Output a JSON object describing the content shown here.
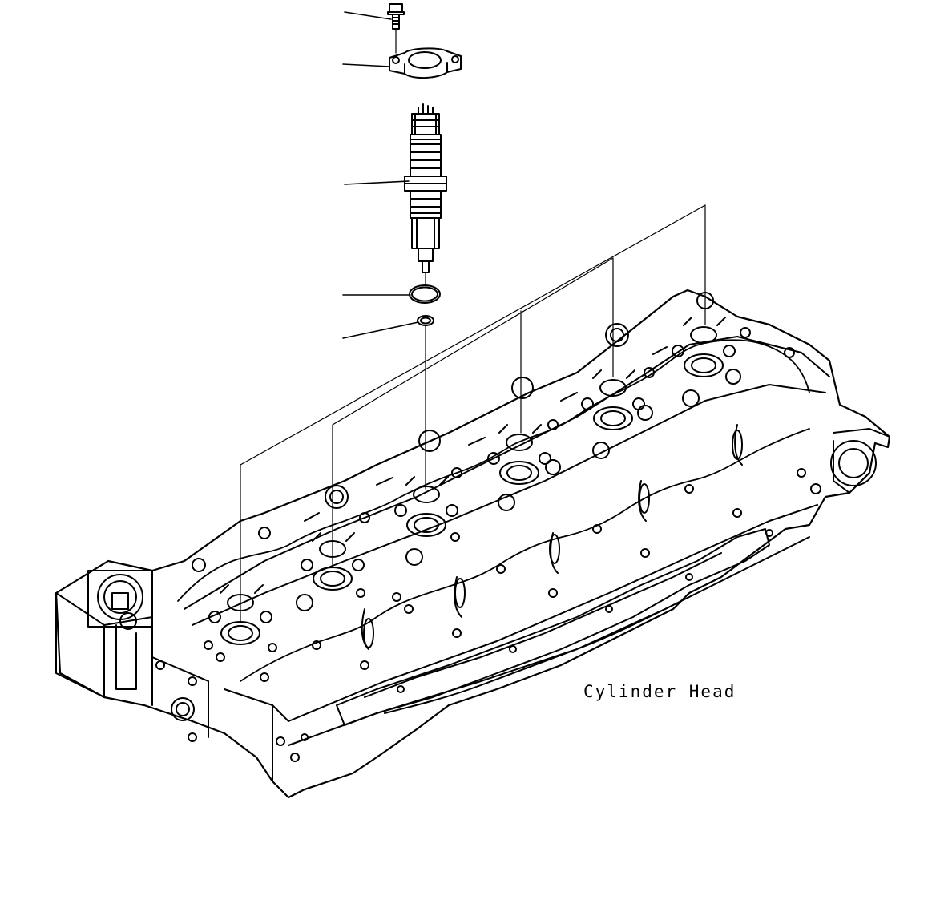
{
  "diagram": {
    "caption": "Cylinder Head",
    "line_color": "#000000",
    "background_color": "#ffffff",
    "callouts": [
      {
        "part": "mounting-bolt"
      },
      {
        "part": "injector-clamp"
      },
      {
        "part": "fuel-injector"
      },
      {
        "part": "o-ring"
      },
      {
        "part": "seal-washer"
      }
    ],
    "cylinders": 6
  }
}
